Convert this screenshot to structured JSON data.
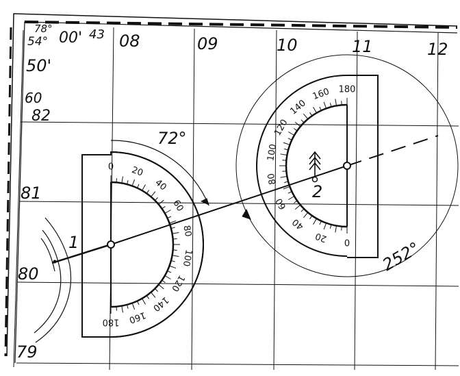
{
  "map": {
    "corner_lat_deg": "78°",
    "corner_lat_min": "54°",
    "corner_lon": "00'",
    "corner_lon_extra": "43",
    "lat_min_label": "50'",
    "easting_labels": [
      "08",
      "09",
      "10",
      "11",
      "12"
    ],
    "northing_labels": [
      "82",
      "81",
      "80",
      "79"
    ],
    "lat_extra_label": "60"
  },
  "points": {
    "p1": "1",
    "p2": "2"
  },
  "angles": {
    "a1": "72°",
    "a2": "252°"
  },
  "protractor1": {
    "scale": [
      "0",
      "20",
      "40",
      "60",
      "80",
      "100",
      "120",
      "140",
      "160",
      "180"
    ]
  },
  "protractor2": {
    "scale": [
      "0",
      "20",
      "40",
      "60",
      "80",
      "100",
      "120",
      "140",
      "160",
      "180"
    ]
  }
}
